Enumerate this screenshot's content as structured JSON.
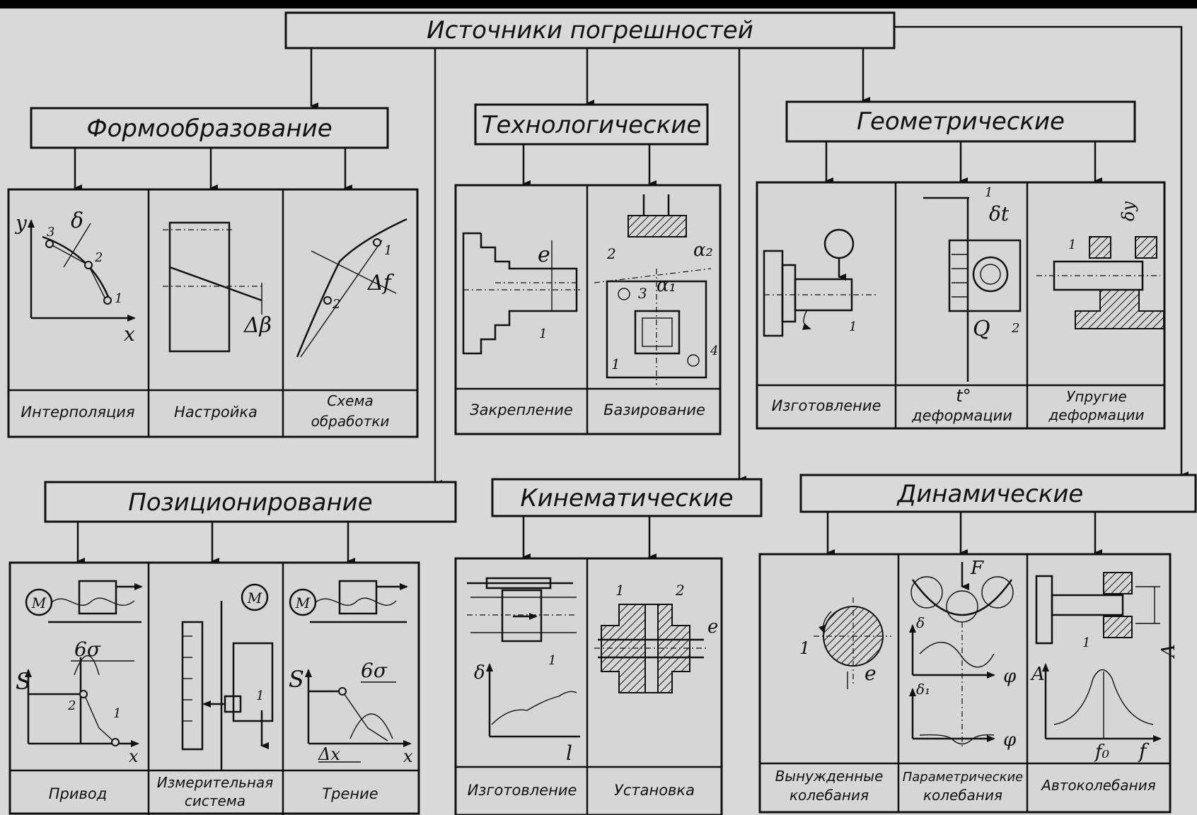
{
  "root": {
    "label": "Источники погрешностей"
  },
  "categories": {
    "formation": {
      "label": "Формообразование",
      "items": [
        {
          "label": "Интерполяция"
        },
        {
          "label": "Настройка"
        },
        {
          "label": "Схема",
          "label2": "обработки"
        }
      ]
    },
    "technological": {
      "label": "Технологические",
      "items": [
        {
          "label": "Закрепление"
        },
        {
          "label": "Базирование"
        }
      ]
    },
    "geometric": {
      "label": "Геометрические",
      "items": [
        {
          "label": "Изготовление"
        },
        {
          "label": "t°",
          "label2": "деформации"
        },
        {
          "label": "Упругие",
          "label2": "деформации"
        }
      ]
    },
    "positioning": {
      "label": "Позиционирование",
      "items": [
        {
          "label": "Привод"
        },
        {
          "label": "Измерительная",
          "label2": "система"
        },
        {
          "label": "Трение"
        }
      ]
    },
    "kinematic": {
      "label": "Кинематические",
      "items": [
        {
          "label": "Изготовление"
        },
        {
          "label": "Установка"
        }
      ]
    },
    "dynamic": {
      "label": "Динамические",
      "items": [
        {
          "label": "Вынужденные",
          "label2": "колебания"
        },
        {
          "label": "Параметрические",
          "label2": "колебания"
        },
        {
          "label": "Автоколебания"
        }
      ]
    }
  },
  "figure_labels": {
    "y": "y",
    "x": "x",
    "delta": "δ",
    "n1": "1",
    "n2": "2",
    "n3": "3",
    "n4": "4",
    "dbeta": "Δβ",
    "df": "Δf",
    "e": "e",
    "alpha1": "α₁",
    "alpha2": "α₂",
    "delta_t": "δt",
    "Q": "Q",
    "delta_y": "δy",
    "M": "M",
    "S": "S",
    "sigma6": "6σ",
    "dx": "Δx",
    "l": "l",
    "F": "F",
    "phi": "φ",
    "delta1": "δ₁",
    "A": "A",
    "f0": "f₀",
    "f": "f"
  }
}
